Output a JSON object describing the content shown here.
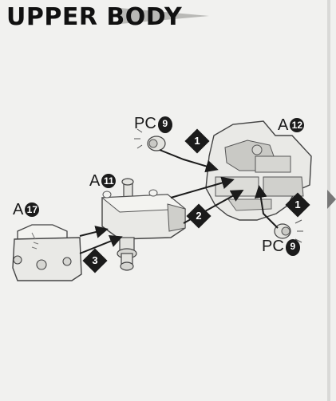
{
  "page": {
    "title": "UPPER BODY"
  },
  "parts": {
    "pc_top": {
      "prefix": "PC",
      "number": "9"
    },
    "pc_bottom": {
      "prefix": "PC",
      "number": "9"
    },
    "a12": {
      "prefix": "A",
      "number": "12"
    },
    "a11": {
      "prefix": "A",
      "number": "11"
    },
    "a17": {
      "prefix": "A",
      "number": "17"
    }
  },
  "steps": {
    "step_top": "1",
    "step_right": "1",
    "step_middle": "2",
    "step_bottom": "3"
  },
  "colors": {
    "ink": "#1b1b1b",
    "part_fill": "#e9e9e6",
    "part_shade": "#c9c9c5",
    "background": "#f1f1ef"
  }
}
